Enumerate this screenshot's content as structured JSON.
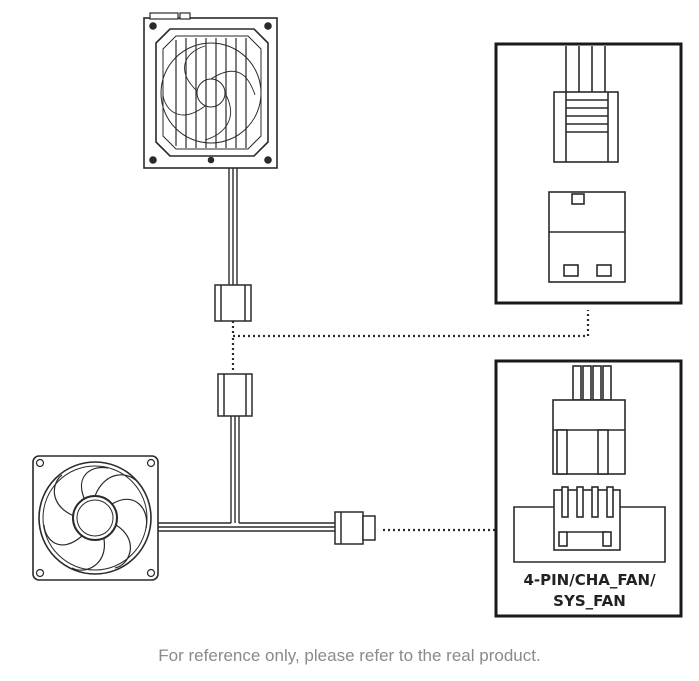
{
  "header_label": {
    "line1": "4-PIN/CHA_FAN/",
    "line2": "SYS_FAN"
  },
  "footer": {
    "caption": "For reference only, please refer to the real product."
  },
  "colors": {
    "line": "#2a2a2a",
    "caption": "#8a8a8a",
    "background": "#ffffff"
  }
}
